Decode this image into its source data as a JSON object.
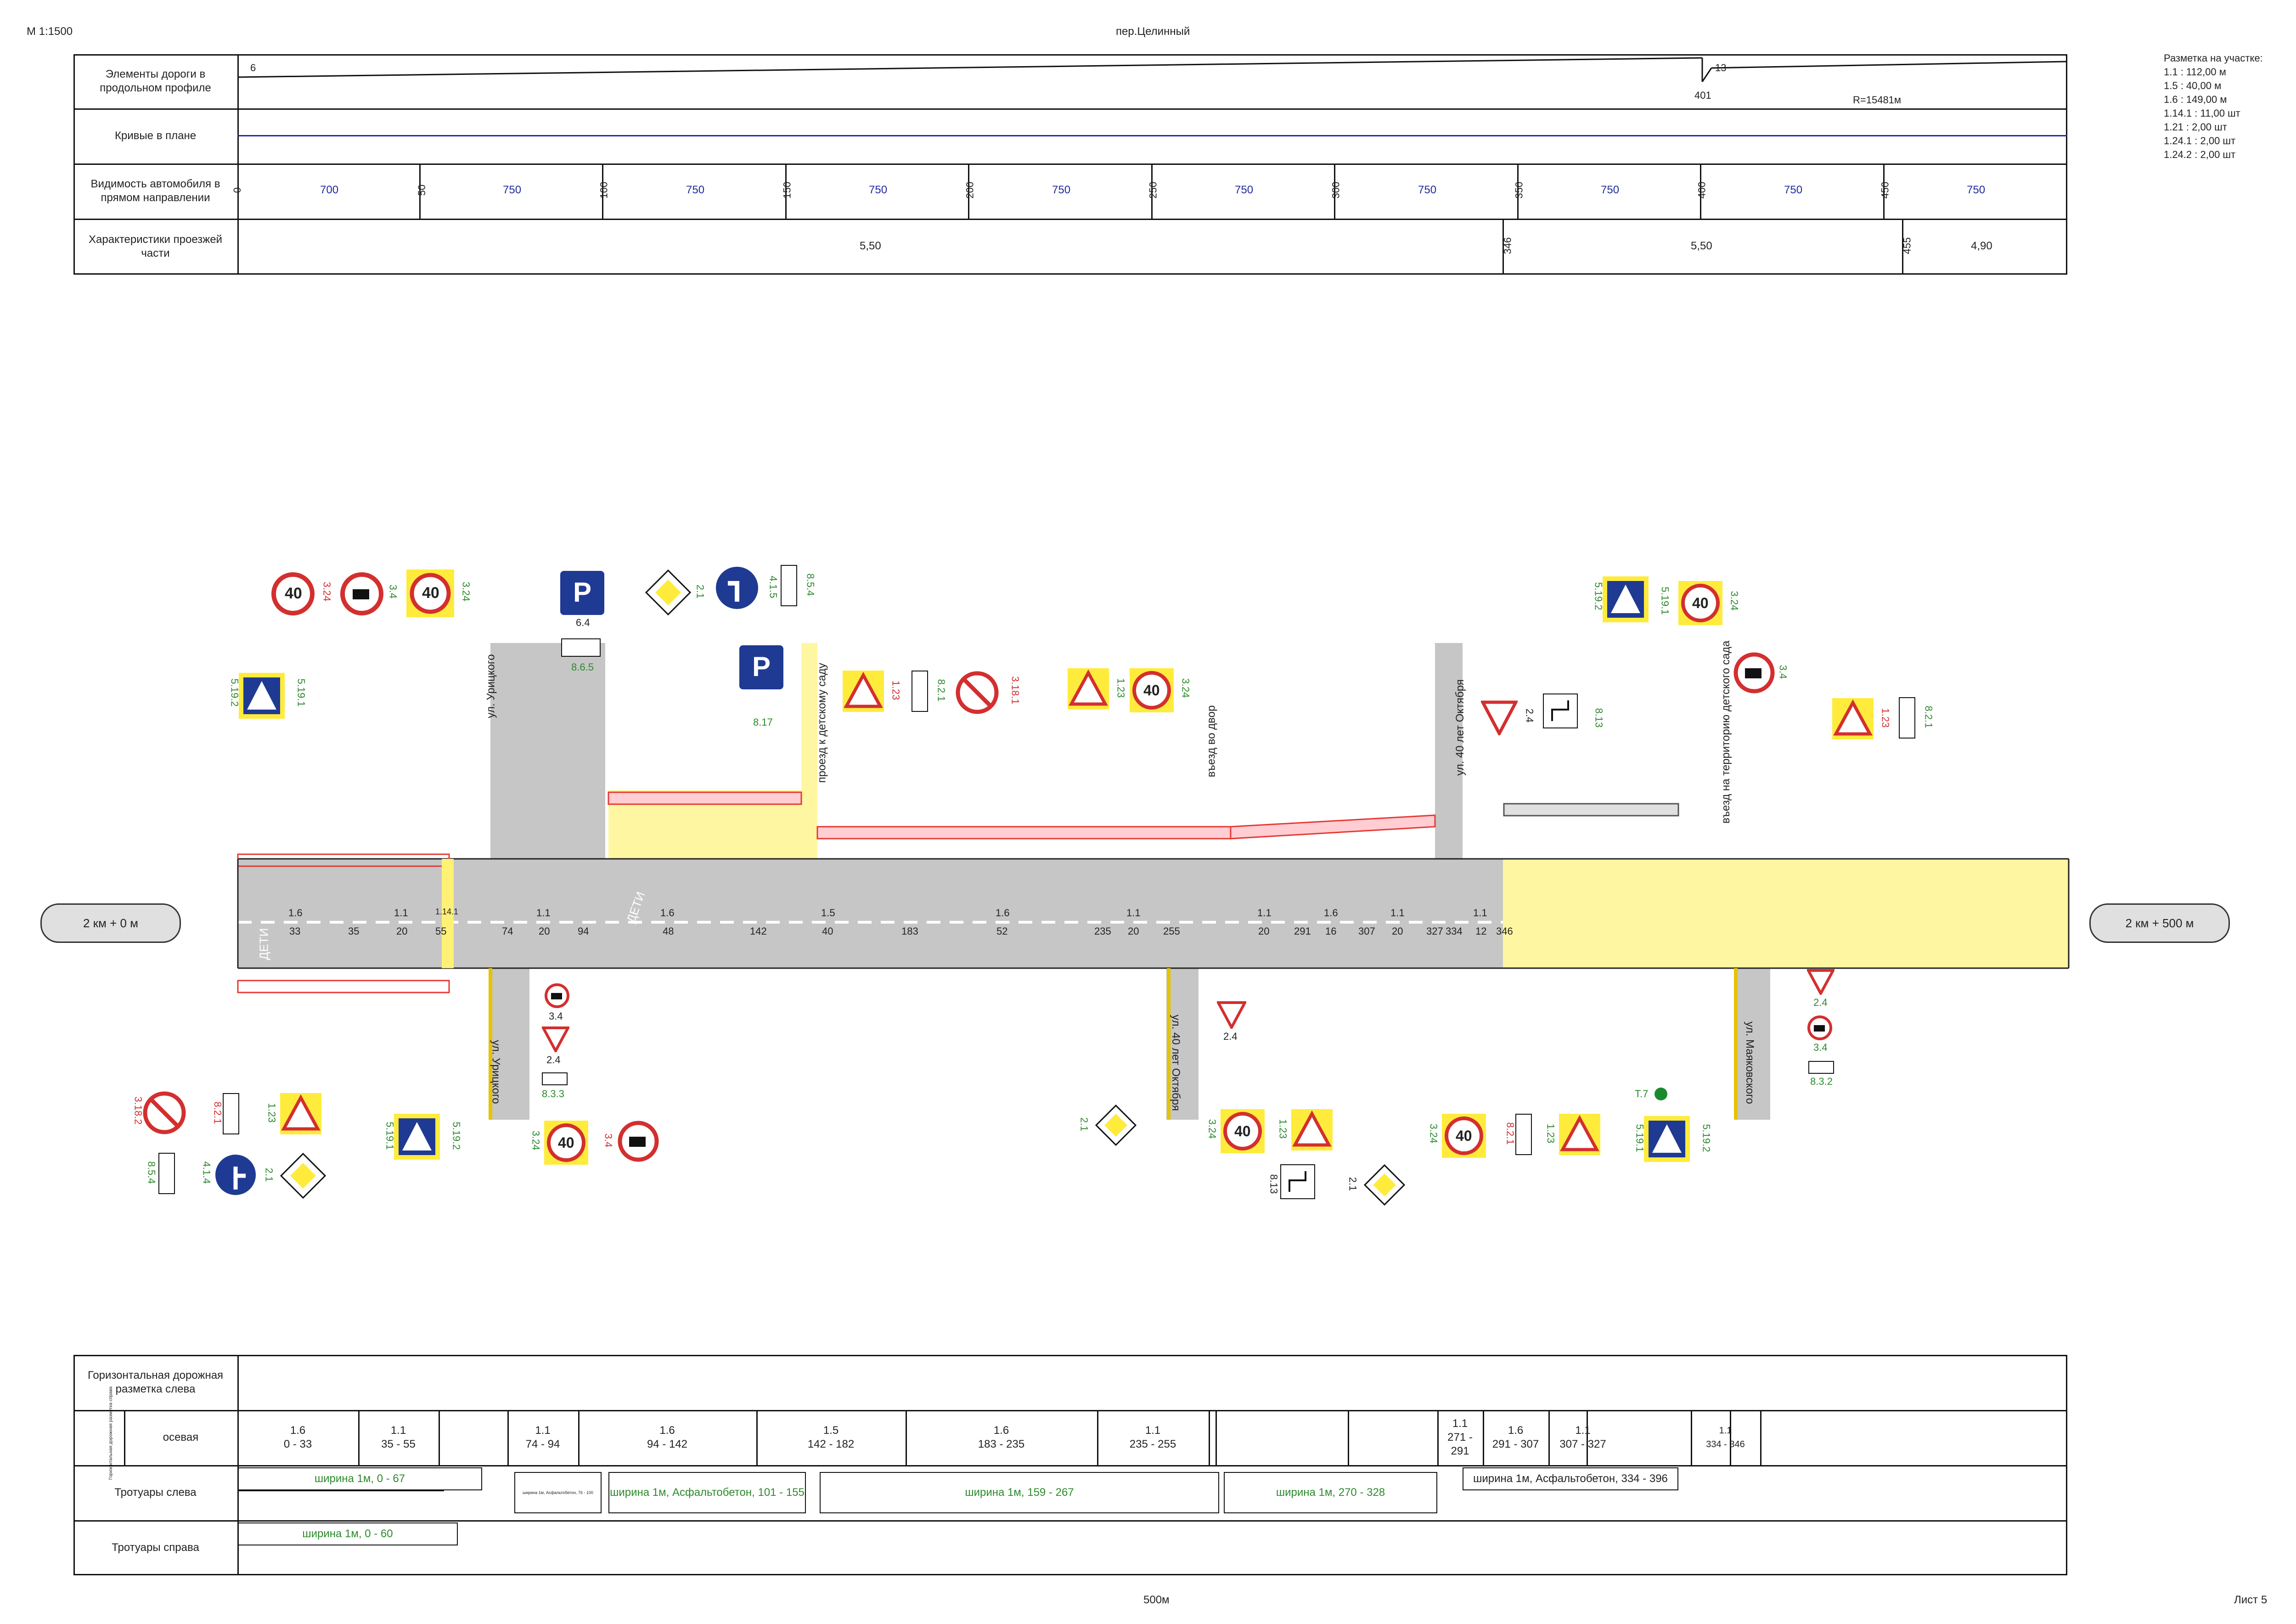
{
  "header": {
    "scale": "М 1:1500",
    "title": "пер.Целинный"
  },
  "markup_summary": {
    "title": "Разметка на участке:",
    "lines": [
      "1.1 : 112,00 м",
      "1.5 : 40,00 м",
      "1.6 : 149,00 м",
      "1.14.1 : 11,00 шт",
      "1.21 : 2,00 шт",
      "1.24.1 : 2,00 шт",
      "1.24.2 : 2,00 шт"
    ]
  },
  "profile_table": {
    "row1_label": "Элементы дороги в продольном профиле",
    "row1_start": "6",
    "row1_mid": "13",
    "row1_station": "401",
    "row1_radius": "R=15481м",
    "row2_label": "Кривые в плане",
    "row3_label": "Видимость автомобиля в прямом направлении",
    "visibility": [
      {
        "pk": "0",
        "val": "700"
      },
      {
        "pk": "50",
        "val": "750"
      },
      {
        "pk": "100",
        "val": "750"
      },
      {
        "pk": "150",
        "val": "750"
      },
      {
        "pk": "200",
        "val": "750"
      },
      {
        "pk": "250",
        "val": "750"
      },
      {
        "pk": "300",
        "val": "750"
      },
      {
        "pk": "350",
        "val": "750"
      },
      {
        "pk": "400",
        "val": "750"
      },
      {
        "pk": "450",
        "val": "750"
      }
    ],
    "row4_label": "Характеристики проезжей части",
    "carriage": [
      {
        "pk": "",
        "val": "5,50"
      },
      {
        "pk": "346",
        "val": "5,50"
      },
      {
        "pk": "455",
        "val": "4,90"
      }
    ]
  },
  "plan": {
    "chain_left": "2 км + 0 м",
    "chain_right": "2 км + 500 м",
    "streets": {
      "uritskogo_top": "ул. Урицкого",
      "uritskogo_bottom": "ул. Урицкого",
      "detsad": "проезд к детскому саду",
      "dvor": "въезд во двор",
      "oktyabrya_top": "ул. 40 лет Октября",
      "oktyabrya_bottom": "ул. 40 лет Октября",
      "detsad_entry": "въезд на территорию детского сада",
      "mayakovskogo": "ул. Маяковского"
    },
    "road_text": {
      "deti1": "ДЕТИ",
      "deti2": "ДЕТИ"
    },
    "axis_marks": [
      {
        "code": "1.6",
        "pk": "33"
      },
      {
        "code": "",
        "pk": "35"
      },
      {
        "code": "1.1",
        "pk": "20"
      },
      {
        "code": "1.14.1",
        "pk": "55"
      },
      {
        "code": "",
        "pk": "74"
      },
      {
        "code": "1.1",
        "pk": "20"
      },
      {
        "code": "",
        "pk": "94"
      },
      {
        "code": "1.6",
        "pk": "48"
      },
      {
        "code": "",
        "pk": "142"
      },
      {
        "code": "1.5",
        "pk": "40"
      },
      {
        "code": "",
        "pk": "183"
      },
      {
        "code": "1.6",
        "pk": "52"
      },
      {
        "code": "",
        "pk": "235"
      },
      {
        "code": "1.1",
        "pk": "20"
      },
      {
        "code": "",
        "pk": "255"
      },
      {
        "code": "1.1",
        "pk": "20"
      },
      {
        "code": "",
        "pk": "291"
      },
      {
        "code": "1.6",
        "pk": "16"
      },
      {
        "code": "",
        "pk": "307"
      },
      {
        "code": "1.1",
        "pk": "20"
      },
      {
        "code": "",
        "pk": "327"
      },
      {
        "code": "",
        "pk": "334"
      },
      {
        "code": "1.1",
        "pk": "12"
      },
      {
        "code": "",
        "pk": "346"
      }
    ],
    "signs_top": [
      {
        "code": "3.24",
        "txt": "40"
      },
      {
        "code": "3.4",
        "txt": ""
      },
      {
        "code": "3.24",
        "txt": "40"
      },
      {
        "code": "6.4",
        "txt": "P"
      },
      {
        "code": "8.6.5",
        "txt": ""
      },
      {
        "code": "2.1",
        "txt": ""
      },
      {
        "code": "4.1.5",
        "txt": ""
      },
      {
        "code": "8.5.4",
        "txt": ""
      },
      {
        "code": "6.4",
        "txt": "P"
      },
      {
        "code": "8.17",
        "txt": ""
      },
      {
        "code": "1.23",
        "txt": ""
      },
      {
        "code": "8.2.1",
        "txt": ""
      },
      {
        "code": "3.18.1",
        "txt": ""
      },
      {
        "code": "1.23",
        "txt": ""
      },
      {
        "code": "3.24",
        "txt": "40"
      },
      {
        "code": "2.4",
        "txt": ""
      },
      {
        "code": "8.13",
        "txt": ""
      },
      {
        "code": "5.19.2",
        "txt": ""
      },
      {
        "code": "5.19.1",
        "txt": ""
      },
      {
        "code": "3.24",
        "txt": "40"
      },
      {
        "code": "3.4",
        "txt": ""
      },
      {
        "code": "1.23",
        "txt": ""
      },
      {
        "code": "8.2.1",
        "txt": ""
      },
      {
        "code": "5.19.2",
        "txt": ""
      },
      {
        "code": "5.19.1",
        "txt": ""
      }
    ],
    "signs_bottom": [
      {
        "code": "3.18.2",
        "txt": ""
      },
      {
        "code": "8.2.1",
        "txt": ""
      },
      {
        "code": "1.23",
        "txt": ""
      },
      {
        "code": "8.5.4",
        "txt": ""
      },
      {
        "code": "4.1.4",
        "txt": ""
      },
      {
        "code": "2.1",
        "txt": ""
      },
      {
        "code": "5.19.1",
        "txt": ""
      },
      {
        "code": "5.19.2",
        "txt": ""
      },
      {
        "code": "3.4",
        "txt": ""
      },
      {
        "code": "2.4",
        "txt": ""
      },
      {
        "code": "8.3.3",
        "txt": ""
      },
      {
        "code": "3.24",
        "txt": "40"
      },
      {
        "code": "3.4",
        "txt": ""
      },
      {
        "code": "2.1",
        "txt": ""
      },
      {
        "code": "2.4",
        "txt": ""
      },
      {
        "code": "3.24",
        "txt": "40"
      },
      {
        "code": "1.23",
        "txt": ""
      },
      {
        "code": "8.13",
        "txt": ""
      },
      {
        "code": "2.1",
        "txt": ""
      },
      {
        "code": "3.24",
        "txt": "40"
      },
      {
        "code": "8.2.1",
        "txt": ""
      },
      {
        "code": "1.23",
        "txt": ""
      },
      {
        "code": "5.19.1",
        "txt": ""
      },
      {
        "code": "5.19.2",
        "txt": ""
      },
      {
        "code": "T.7",
        "txt": ""
      },
      {
        "code": "2.4",
        "txt": ""
      },
      {
        "code": "3.4",
        "txt": ""
      },
      {
        "code": "8.3.2",
        "txt": ""
      }
    ]
  },
  "markup_table": {
    "title": "Горизонтальная дорожная разметка слева",
    "side_note": "Горизонтальная дорожная разметка справа",
    "axis_label": "осевая",
    "axis_cells": [
      {
        "code": "1.6",
        "range": "0 - 33"
      },
      {
        "code": "1.1",
        "range": "35 - 55"
      },
      {
        "code": "",
        "range": ""
      },
      {
        "code": "1.1",
        "range": "74 - 94"
      },
      {
        "code": "1.6",
        "range": "94 - 142"
      },
      {
        "code": "1.5",
        "range": "142 - 182"
      },
      {
        "code": "1.6",
        "range": "183 - 235"
      },
      {
        "code": "1.1",
        "range": "235 - 255"
      },
      {
        "code": "",
        "range": ""
      },
      {
        "code": "1.1",
        "range": "271 - 291"
      },
      {
        "code": "1.6",
        "range": "291 - 307"
      },
      {
        "code": "1.1",
        "range": "307 - 327"
      },
      {
        "code": "",
        "range": ""
      },
      {
        "code": "1.1",
        "range": "334 - 346"
      }
    ],
    "left_label": "Тротуары слева",
    "left_cells": [
      "ширина 1м, 0 - 67",
      "ширина 1м, Асфальтобетон, 76 - 100",
      "ширина 1м, Асфальтобетон, 101 - 155",
      "ширина 1м, 159 - 267",
      "ширина 1м, 270 - 328",
      "ширина 1м, Асфальтобетон, 334 - 396"
    ],
    "right_label": "Тротуары справа",
    "right_cells": [
      "ширина 1м, 0 - 60"
    ]
  },
  "footer": {
    "length": "500м",
    "sheet": "Лист 5"
  }
}
